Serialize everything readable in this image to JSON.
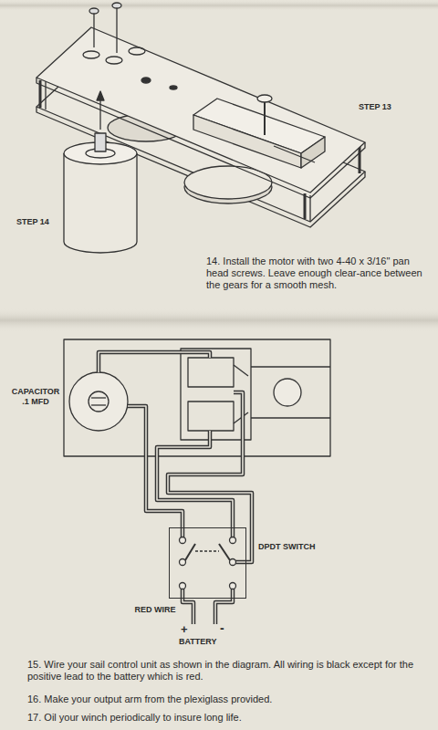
{
  "diagram": {
    "nodes": [
      {
        "text": [
          "DPDT SWITCH"
        ]
      }
    ],
    "labels": [
      "STEP 13",
      "STEP 14",
      "14. Install the motor with two 4-40 x 3/16\" pan head screws. Leave enough clear-ance between the gears for a smooth mesh.",
      "CAPACITOR .1 MFD",
      "RED WIRE",
      "+",
      "-",
      "BATTERY",
      "15. Wire your sail control unit as shown in the diagram. All wiring is black except for the positive lead to the battery which is red.",
      "16. Make your output arm from the plexiglass provided.",
      "17. Oil your winch periodically to insure long life."
    ]
  }
}
